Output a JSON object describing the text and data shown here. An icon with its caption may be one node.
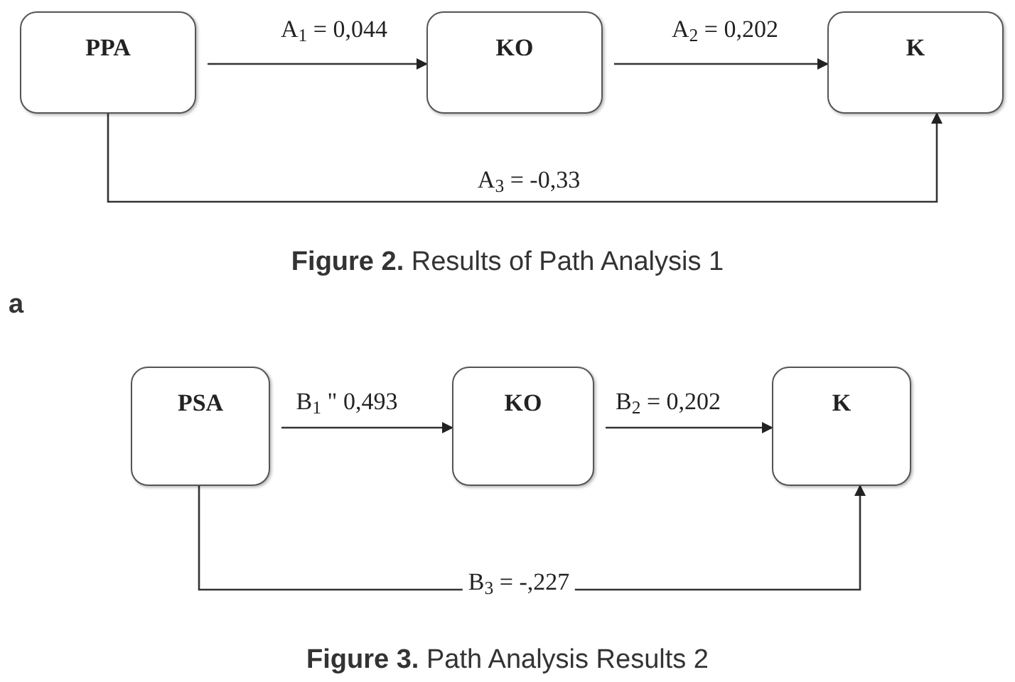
{
  "diagram": {
    "nodes": [
      {
        "text": [
          "PPA"
        ]
      },
      {
        "text": [
          "KO"
        ]
      },
      {
        "text": [
          "K"
        ]
      },
      {
        "text": [
          "PSA"
        ]
      },
      {
        "text": [
          "KO"
        ]
      },
      {
        "text": [
          "K"
        ]
      }
    ],
    "edges": [
      {
        "from": 0,
        "to": 1,
        "arrow": "to",
        "label": "A$_{1}$ = 0,044"
      },
      {
        "from": 1,
        "to": 2,
        "arrow": "to",
        "label": "A$_{2}$ = 0,202"
      },
      {
        "from": 0,
        "to": 2,
        "arrow": "to",
        "label": "A$_{3}$ = -0,33"
      },
      {
        "from": 3,
        "to": 4,
        "arrow": "to",
        "label": "B$_{1}$ \" 0,493"
      },
      {
        "from": 4,
        "to": 5,
        "arrow": "to",
        "label": "B$_{2}$ = 0,202"
      },
      {
        "from": 3,
        "to": 5,
        "arrow": "to",
        "label": "B$_{3}$ = -,227"
      }
    ],
    "labels": [
      "**Figure 2.** Results of Path Analysis 1",
      "a",
      "**Figure 3.** Path Analysis Results 2"
    ]
  }
}
